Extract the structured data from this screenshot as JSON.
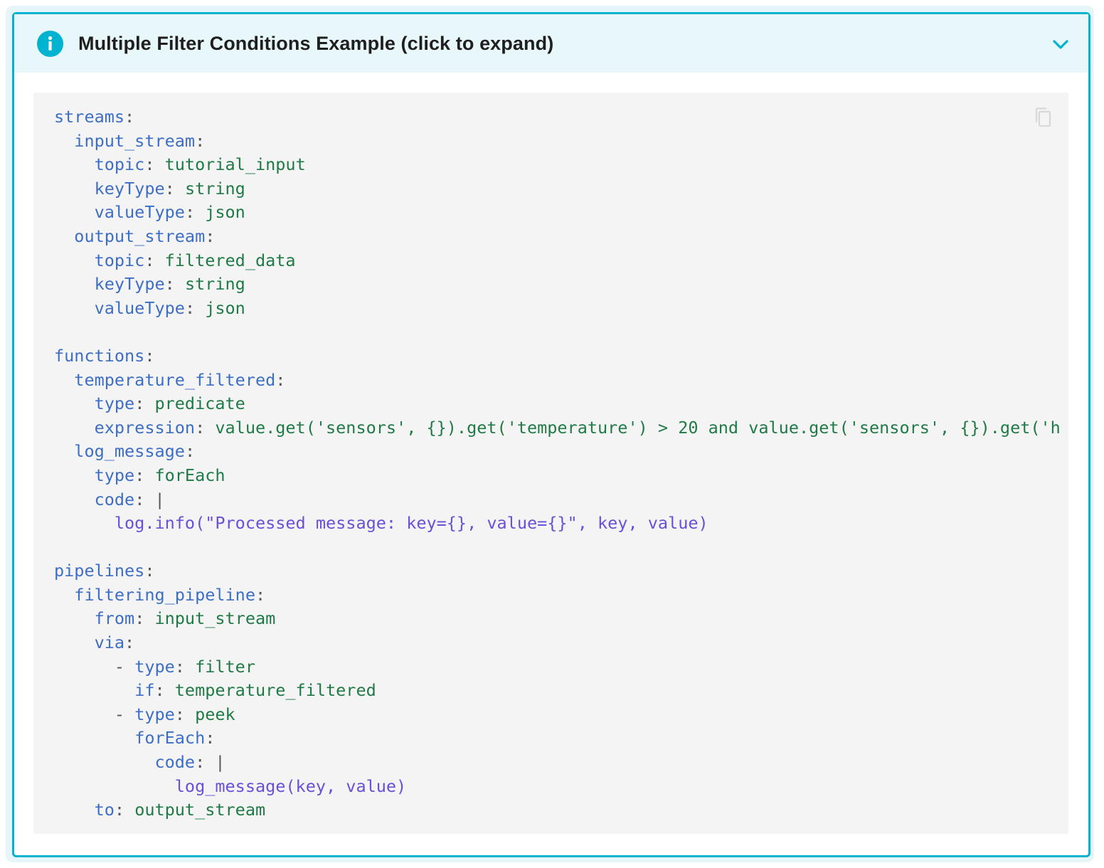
{
  "admonition": {
    "title": "Multiple Filter Conditions Example (click to expand)",
    "icon": "info-icon",
    "toggle_icon": "chevron-down-icon",
    "accent_color": "#00b4d1"
  },
  "code": {
    "copy_icon": "copy-icon",
    "lines": [
      {
        "indent": "",
        "key": "streams",
        "sep": ":",
        "value": "",
        "kind": "yaml"
      },
      {
        "indent": "  ",
        "key": "input_stream",
        "sep": ":",
        "value": "",
        "kind": "yaml"
      },
      {
        "indent": "    ",
        "key": "topic",
        "sep": ": ",
        "value": "tutorial_input",
        "kind": "yaml"
      },
      {
        "indent": "    ",
        "key": "keyType",
        "sep": ": ",
        "value": "string",
        "kind": "yaml"
      },
      {
        "indent": "    ",
        "key": "valueType",
        "sep": ": ",
        "value": "json",
        "kind": "yaml"
      },
      {
        "indent": "  ",
        "key": "output_stream",
        "sep": ":",
        "value": "",
        "kind": "yaml"
      },
      {
        "indent": "    ",
        "key": "topic",
        "sep": ": ",
        "value": "filtered_data",
        "kind": "yaml"
      },
      {
        "indent": "    ",
        "key": "keyType",
        "sep": ": ",
        "value": "string",
        "kind": "yaml"
      },
      {
        "indent": "    ",
        "key": "valueType",
        "sep": ": ",
        "value": "json",
        "kind": "yaml"
      },
      {
        "indent": "",
        "key": "",
        "sep": "",
        "value": "",
        "kind": "blank"
      },
      {
        "indent": "",
        "key": "functions",
        "sep": ":",
        "value": "",
        "kind": "yaml"
      },
      {
        "indent": "  ",
        "key": "temperature_filtered",
        "sep": ":",
        "value": "",
        "kind": "yaml"
      },
      {
        "indent": "    ",
        "key": "type",
        "sep": ": ",
        "value": "predicate",
        "kind": "yaml"
      },
      {
        "indent": "    ",
        "key": "expression",
        "sep": ": ",
        "value": "value.get('sensors', {}).get('temperature') > 20 and value.get('sensors', {}).get('h",
        "kind": "yaml"
      },
      {
        "indent": "  ",
        "key": "log_message",
        "sep": ":",
        "value": "",
        "kind": "yaml"
      },
      {
        "indent": "    ",
        "key": "type",
        "sep": ": ",
        "value": "forEach",
        "kind": "yaml"
      },
      {
        "indent": "    ",
        "key": "code",
        "sep": ": |",
        "value": "",
        "kind": "yaml"
      },
      {
        "indent": "      ",
        "key": "",
        "sep": "",
        "value": "log.info(\"Processed message: key={}, value={}\", key, value)",
        "kind": "python"
      },
      {
        "indent": "",
        "key": "",
        "sep": "",
        "value": "",
        "kind": "blank"
      },
      {
        "indent": "",
        "key": "pipelines",
        "sep": ":",
        "value": "",
        "kind": "yaml"
      },
      {
        "indent": "  ",
        "key": "filtering_pipeline",
        "sep": ":",
        "value": "",
        "kind": "yaml"
      },
      {
        "indent": "    ",
        "key": "from",
        "sep": ": ",
        "value": "input_stream",
        "kind": "yaml"
      },
      {
        "indent": "    ",
        "key": "via",
        "sep": ":",
        "value": "",
        "kind": "yaml"
      },
      {
        "indent": "      ",
        "key": "type",
        "sep": ": ",
        "value": "filter",
        "kind": "list-item"
      },
      {
        "indent": "        ",
        "key": "if",
        "sep": ": ",
        "value": "temperature_filtered",
        "kind": "yaml"
      },
      {
        "indent": "      ",
        "key": "type",
        "sep": ": ",
        "value": "peek",
        "kind": "list-item"
      },
      {
        "indent": "        ",
        "key": "forEach",
        "sep": ":",
        "value": "",
        "kind": "yaml"
      },
      {
        "indent": "          ",
        "key": "code",
        "sep": ": |",
        "value": "",
        "kind": "yaml"
      },
      {
        "indent": "            ",
        "key": "",
        "sep": "",
        "value": "log_message(key, value)",
        "kind": "python"
      },
      {
        "indent": "    ",
        "key": "to",
        "sep": ": ",
        "value": "output_stream",
        "kind": "yaml"
      }
    ]
  }
}
